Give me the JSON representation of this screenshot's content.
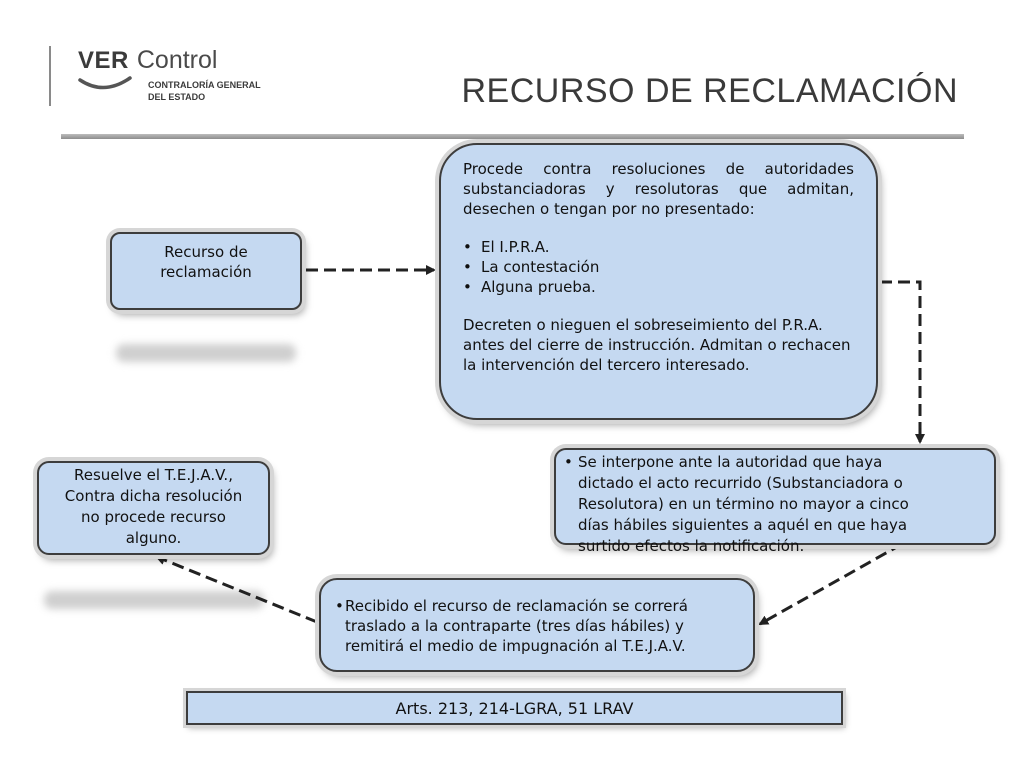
{
  "logo": {
    "brand_ver": "VER",
    "brand_control": "Control",
    "org_line1": "CONTRALORÍA GENERAL",
    "org_line2": "DEL ESTADO"
  },
  "title": "RECURSO DE RECLAMACIÓN",
  "nodes": {
    "recurso": {
      "line1": "Recurso de",
      "line2": "reclamación"
    },
    "procede": {
      "intro": "Procede contra resoluciones de autoridades substanciadoras y resolutoras que admitan, desechen o tengan por no presentado:",
      "items": [
        "El I.P.R.A.",
        "La contestación",
        "Alguna prueba."
      ],
      "closing": "Decreten o nieguen el sobreseimiento del P.R.A. antes del cierre de instrucción. Admitan o rechacen la intervención del tercero interesado."
    },
    "interpone": {
      "lines": [
        "Se interpone ante la autoridad que haya",
        "dictado el acto recurrido (Substanciadora o",
        "Resolutora) en un término no mayor a cinco",
        "días hábiles siguientes a aquél en que haya",
        "surtido efectos la notificación."
      ]
    },
    "recibido": {
      "lines": [
        "Recibido el recurso de reclamación se correrá",
        "traslado a la contraparte (tres días hábiles) y",
        "remitirá el medio de impugnación al T.E.J.A.V."
      ]
    },
    "resuelve": {
      "lines": [
        "Resuelve el T.E.J.A.V.,",
        "Contra dicha resolución",
        "no procede recurso",
        "alguno."
      ]
    },
    "arts": "Arts. 213, 214-LGRA, 51 LRAV"
  },
  "edges": [
    {
      "from": "recurso",
      "to": "procede",
      "style": "dashed"
    },
    {
      "from": "procede",
      "to": "interpone",
      "style": "dashed"
    },
    {
      "from": "interpone",
      "to": "recibido",
      "style": "dashed"
    },
    {
      "from": "recibido",
      "to": "resuelve",
      "style": "dashed"
    }
  ],
  "colors": {
    "box_fill": "#c5d9f1",
    "box_border": "#3d3d3d",
    "title": "#3a3a3a",
    "connector": "#222222"
  }
}
